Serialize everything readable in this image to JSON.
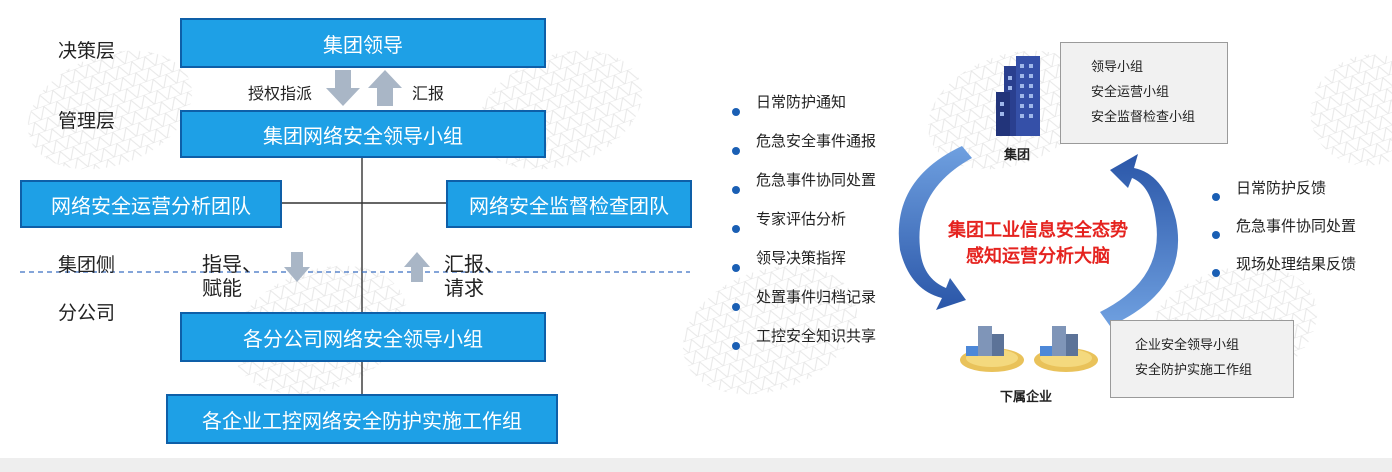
{
  "layers": {
    "decision": "决策层",
    "management": "管理层",
    "group_side": "集团侧",
    "branch": "分公司"
  },
  "org": {
    "group_leader": "集团领导",
    "group_security_leader_team": "集团网络安全领导小组",
    "ops_analysis_team": "网络安全运营分析团队",
    "supervision_team": "网络安全监督检查团队",
    "branch_leader_team": "各分公司网络安全领导小组",
    "enterprise_work_group": "各企业工控网络安全防护实施工作组"
  },
  "flows": {
    "authorize": "授权指派",
    "report_up": "汇报",
    "guide_line1": "指导、",
    "guide_line2": "赋能",
    "report_line1": "汇报、",
    "report_line2": "请求"
  },
  "down_list": [
    "日常防护通知",
    "危急安全事件通报",
    "危急事件协同处置",
    "专家评估分析",
    "领导决策指挥",
    "处置事件归档记录",
    "工控安全知识共享"
  ],
  "up_list": [
    "日常防护反馈",
    "危急事件协同处置",
    "现场处理结果反馈"
  ],
  "center": {
    "line1": "集团工业信息安全态势",
    "line2": "感知运营分析大脑"
  },
  "group_node": {
    "caption": "集团",
    "items": [
      "领导小组",
      "安全运营小组",
      "安全监督检查小组"
    ]
  },
  "sub_node": {
    "caption": "下属企业",
    "items": [
      "企业安全领导小组",
      "安全防护实施工作组"
    ]
  },
  "colors": {
    "box_fill": "#1ea0e6",
    "box_border": "#0e5fa8",
    "arrow_grey": "#a9b6c6",
    "cycle_blue": "#2f5fb0",
    "center_red": "#e5231f",
    "bullet": "#1a5fb4"
  },
  "icons": {
    "building": "office-building-icon",
    "sub_sites": "factory-site-icon"
  }
}
